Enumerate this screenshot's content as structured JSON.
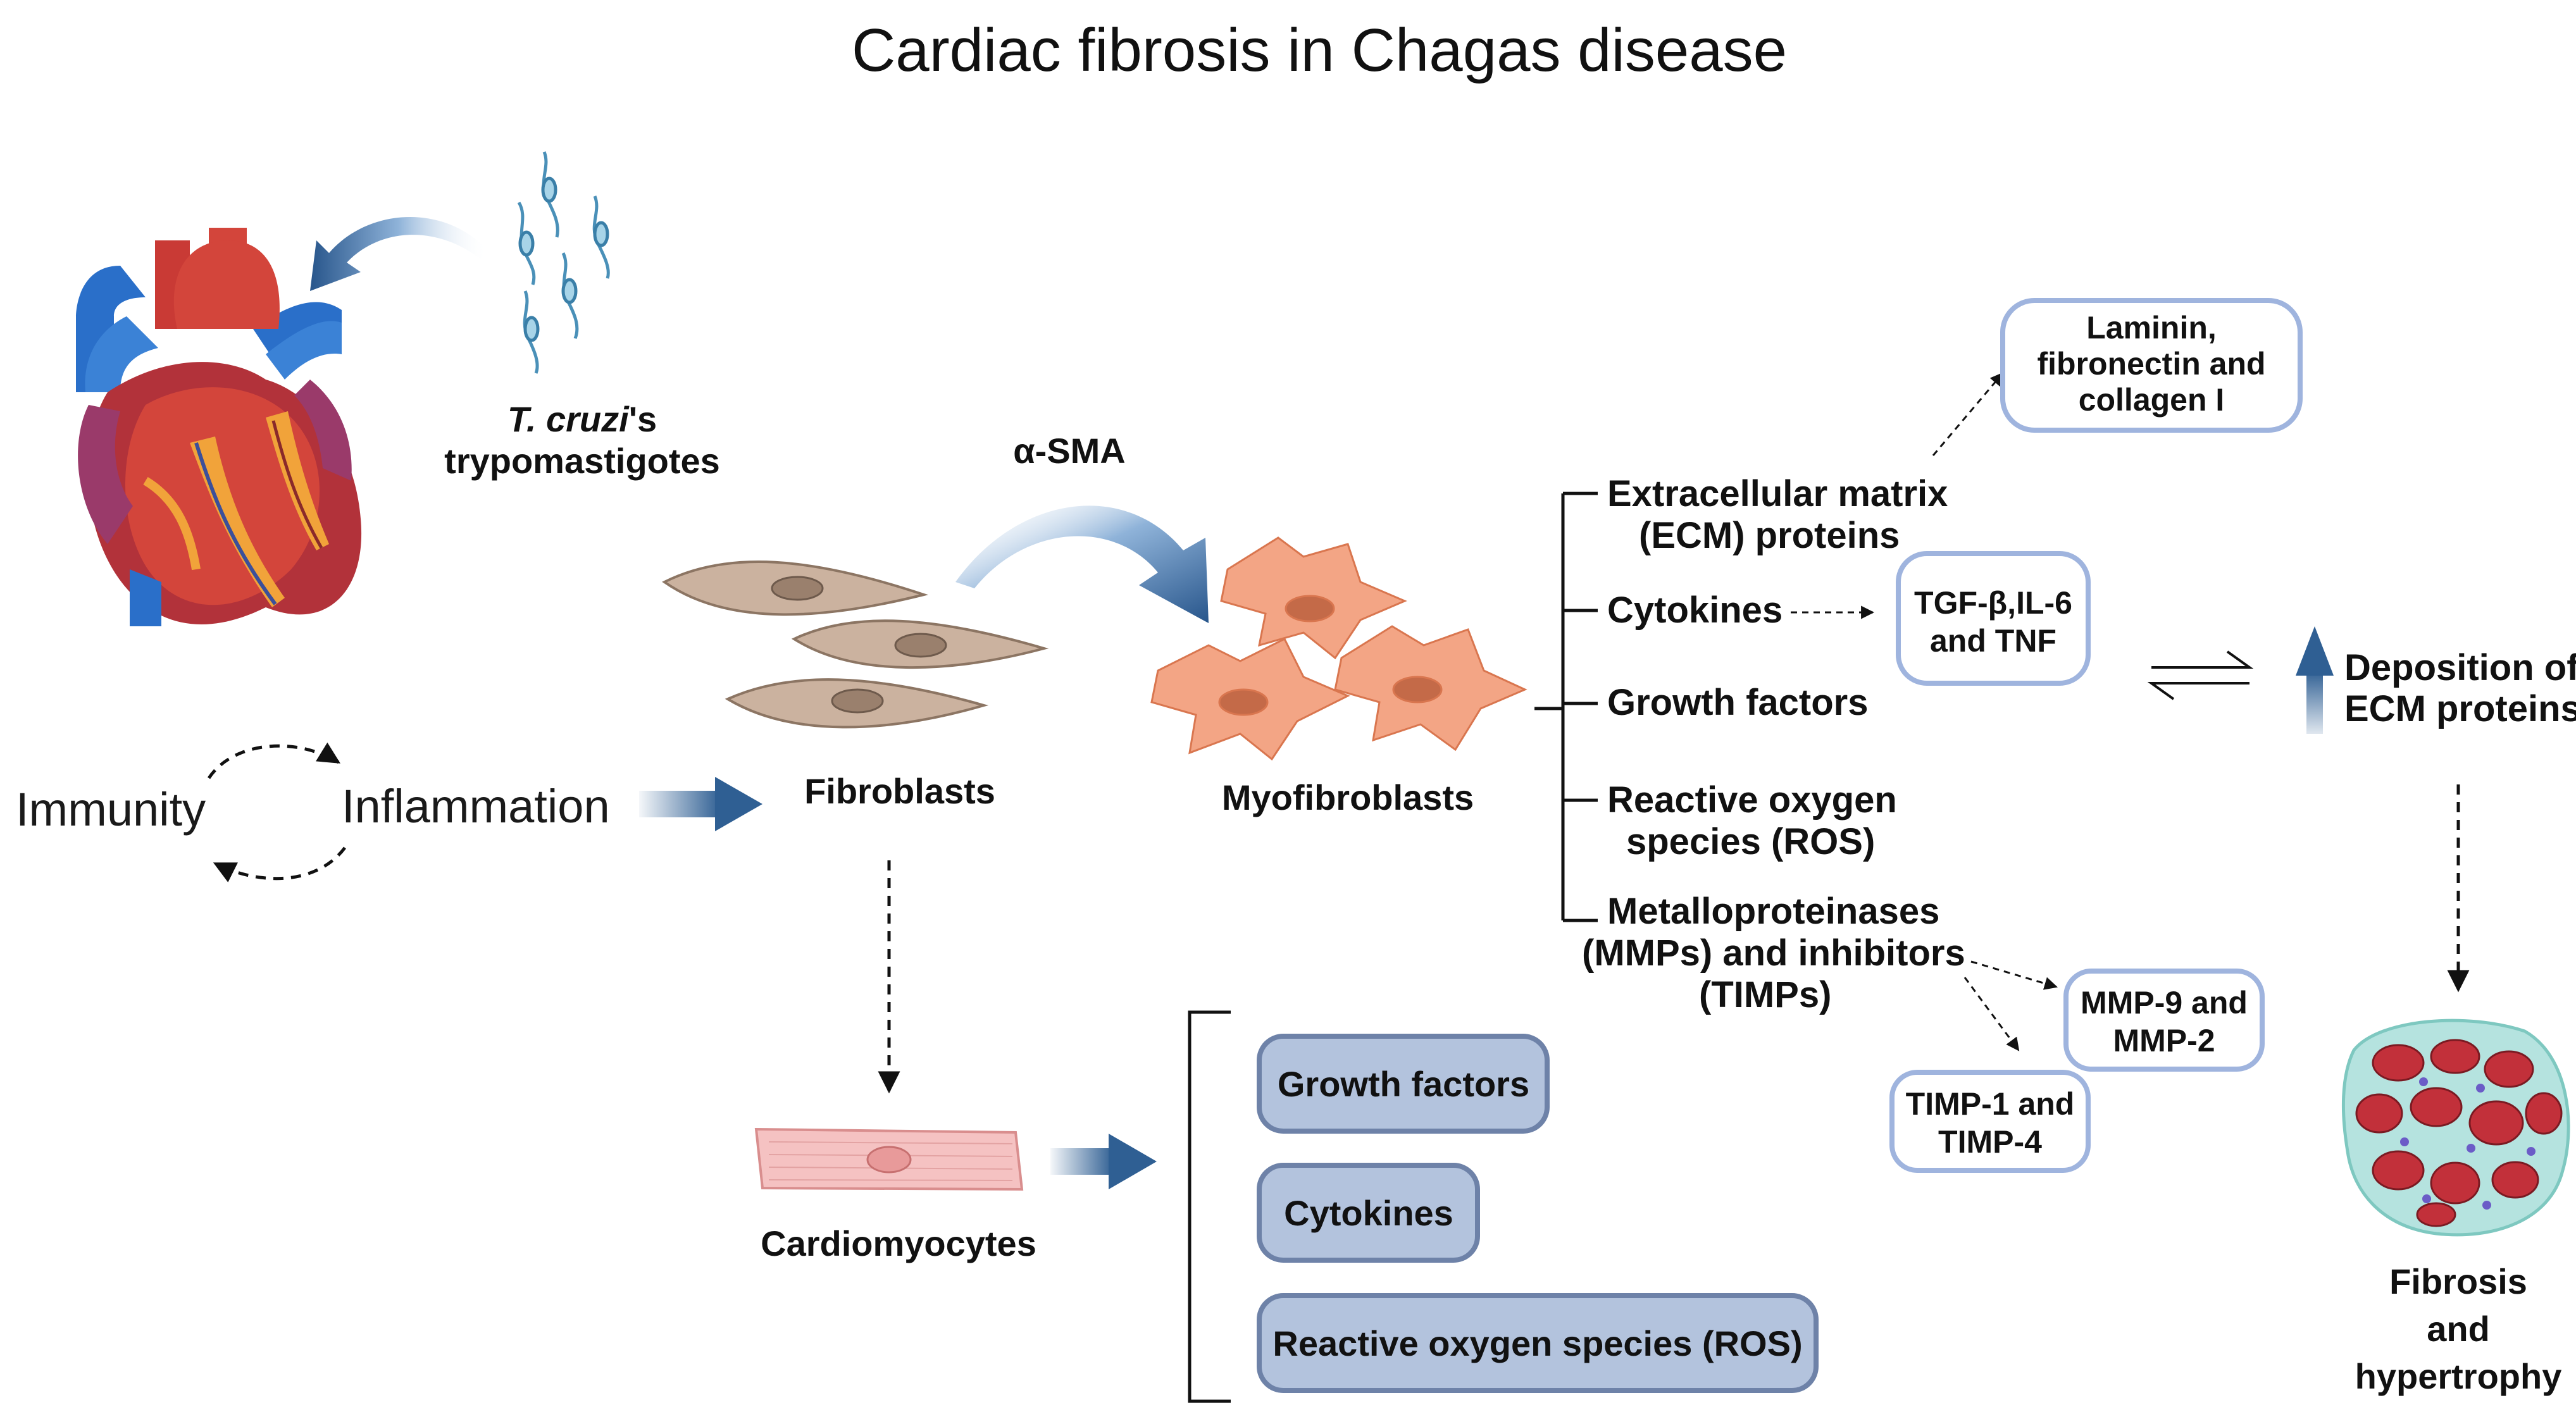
{
  "title": "Cardiac fibrosis in Chagas disease",
  "parasite": {
    "name_italic": "T. cruzi",
    "name_suffix": "'s",
    "stage": "trypomastigotes"
  },
  "cycle": {
    "left": "Immunity",
    "right": "Inflammation"
  },
  "cells": {
    "fibroblasts": "Fibroblasts",
    "myofibroblasts": "Myofibroblasts",
    "cardiomyocytes": "Cardiomyocytes",
    "alpha_sma": "α-SMA"
  },
  "secreted": {
    "ecm_line1": "Extracellular matrix",
    "ecm_line2": "(ECM) proteins",
    "cytokines": "Cytokines",
    "growth_factors": "Growth factors",
    "ros_line1": "Reactive oxygen",
    "ros_line2": "species (ROS)",
    "mmp_line1": "Metalloproteinases",
    "mmp_line2": "(MMPs) and inhibitors",
    "mmp_line3": "(TIMPs)"
  },
  "boxes": {
    "ecm_line1": "Laminin,",
    "ecm_line2": "fibronectin and",
    "ecm_line3": "collagen I",
    "cyt_line1": "TGF-β,IL-6",
    "cyt_line2": "and TNF",
    "mmp_line1": "MMP-9 and",
    "mmp_line2": "MMP-2",
    "timp_line1": "TIMP-1 and",
    "timp_line2": "TIMP-4"
  },
  "cardio_outputs": [
    "Growth factors",
    "Cytokines",
    "Reactive oxygen species (ROS)"
  ],
  "deposition": {
    "line1": "Deposition of",
    "line2": "ECM proteins"
  },
  "outcome": {
    "line1": "Fibrosis",
    "line2": "and",
    "line3": "hypertrophy"
  },
  "colors": {
    "arrow_blue": "#2f5f93",
    "box_border": "#9fb4de",
    "box_fill": "#ffffff",
    "output_fill": "#b3c3dd",
    "output_border": "#6e82a8",
    "fibroblast": "#cbb29f",
    "myofibroblast": "#f0a07d",
    "heart_red": "#d3453b",
    "heart_blue": "#2a6fc9"
  }
}
